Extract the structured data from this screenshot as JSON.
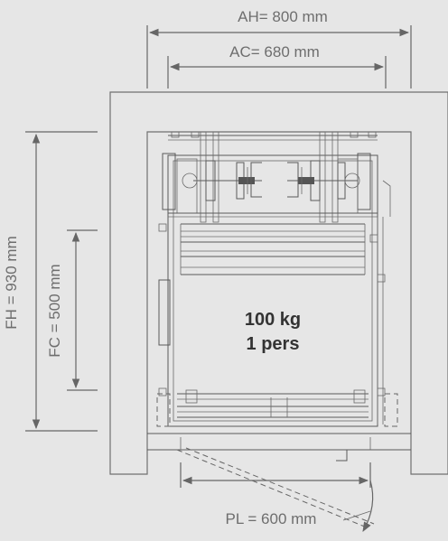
{
  "dimensions": {
    "ah": "AH= 800 mm",
    "ac": "AC= 680 mm",
    "fh": "FH = 930 mm",
    "fc": "FC = 500 mm",
    "pl": "PL = 600 mm"
  },
  "capacity": {
    "load": "100 kg",
    "persons": "1 pers"
  },
  "colors": {
    "background": "#e6e6e6",
    "line": "#5a5a5a",
    "text": "#6e6e6e",
    "capacity_text": "#333333"
  }
}
